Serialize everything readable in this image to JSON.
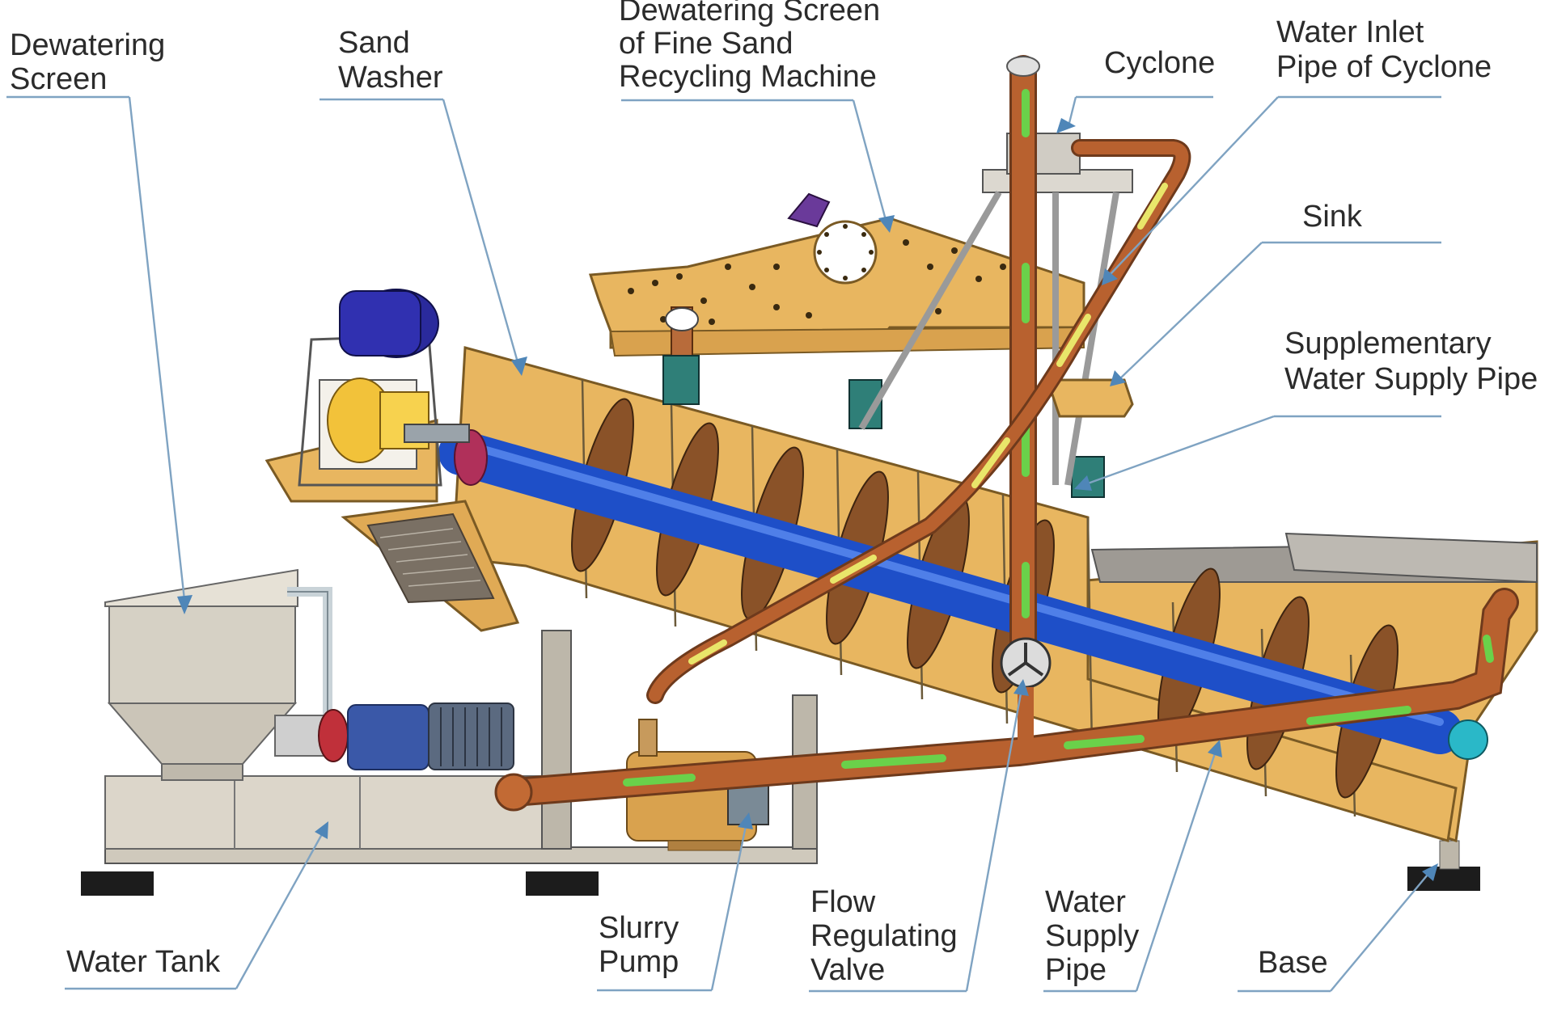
{
  "labels": {
    "dewatering_screen": [
      "Dewatering",
      "Screen"
    ],
    "sand_washer": [
      "Sand",
      "Washer"
    ],
    "fine_sand_screen": [
      "Dewatering Screen",
      "of Fine Sand",
      "Recycling Machine"
    ],
    "cyclone": [
      "Cyclone"
    ],
    "water_inlet_pipe": [
      "Water Inlet",
      "Pipe of Cyclone"
    ],
    "sink": [
      "Sink"
    ],
    "supplementary_pipe": [
      "Supplementary",
      "Water Supply Pipe"
    ],
    "water_tank": [
      "Water Tank"
    ],
    "slurry_pump": [
      "Slurry",
      "Pump"
    ],
    "flow_valve": [
      "Flow",
      "Regulating",
      "Valve"
    ],
    "water_supply_pipe": [
      "Water",
      "Supply",
      "Pipe"
    ],
    "base": [
      "Base"
    ]
  },
  "colors": {
    "machine_body": "#e8b660",
    "machine_edge": "#7a5a24",
    "screw_shaft": "#1e4fc8",
    "pipe": "#c26a34",
    "flow_marker": "#6ad14a",
    "tank": "#d9d4c8",
    "motor": "#3a58a8",
    "leader_line": "#7fa3c2"
  }
}
